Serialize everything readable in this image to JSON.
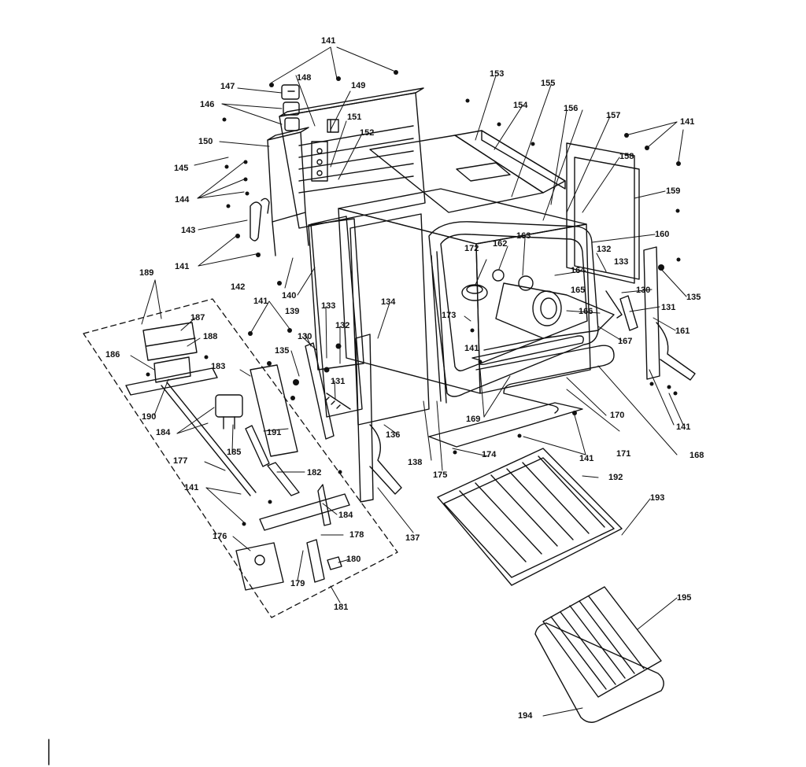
{
  "diagram": {
    "ink_color": "#111111",
    "background_color": "#ffffff",
    "callouts": {
      "c141a": "141",
      "c153": "153",
      "c155": "155",
      "c147": "147",
      "c148": "148",
      "c149": "149",
      "c146": "146",
      "c151": "151",
      "c154": "154",
      "c156": "156",
      "c157": "157",
      "c141b": "141",
      "c150": "150",
      "c152": "152",
      "c158": "158",
      "c145": "145",
      "c159": "159",
      "c144": "144",
      "c143": "143",
      "c160": "160",
      "c162": "162",
      "c163": "163",
      "c172": "172",
      "c132a": "132",
      "c133a": "133",
      "c141c": "141",
      "c164": "164",
      "c135a": "135",
      "c142": "142",
      "c189": "189",
      "c140": "140",
      "c165": "165",
      "c130a": "130",
      "c141d": "141",
      "c139": "139",
      "c133b": "133",
      "c131a": "131",
      "c134": "134",
      "c173": "173",
      "c166": "166",
      "c187": "187",
      "c132b": "132",
      "c161": "161",
      "c188": "188",
      "c130b": "130",
      "c141e": "141",
      "c167": "167",
      "c186": "186",
      "c135b": "135",
      "c183": "183",
      "c131b": "131",
      "c190": "190",
      "c184a": "184",
      "c191": "191",
      "c169": "169",
      "c170": "170",
      "c141f": "141",
      "c185": "185",
      "c136": "136",
      "c138": "138",
      "c174": "174",
      "c171": "171",
      "c141g": "141",
      "c168": "168",
      "c177": "177",
      "c175": "175",
      "c182": "182",
      "c192": "192",
      "c141h": "141",
      "c184b": "184",
      "c193": "193",
      "c176": "176",
      "c178": "178",
      "c137": "137",
      "c180": "180",
      "c179": "179",
      "c181": "181",
      "c195": "195",
      "c194": "194"
    }
  }
}
